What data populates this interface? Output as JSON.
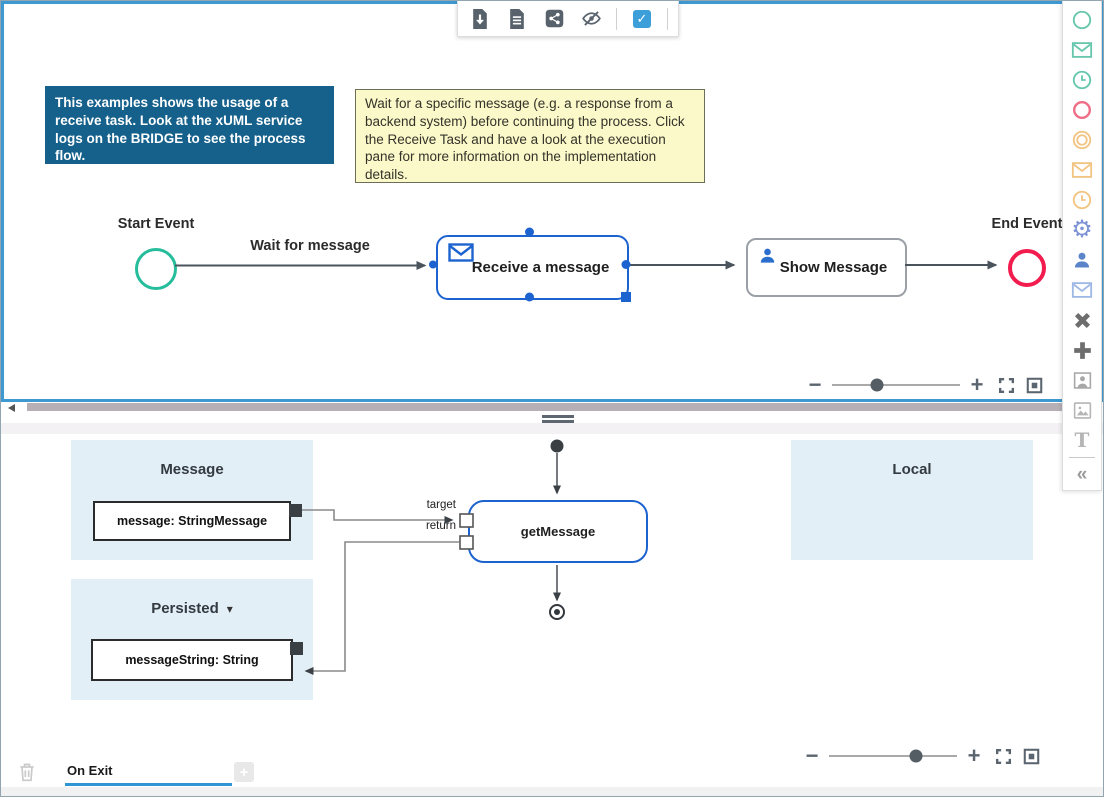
{
  "toolbar": {
    "icons": [
      "export-model-icon",
      "report-document-icon",
      "share-icon",
      "hide-annotations-icon",
      "annotations-visible-checkbox"
    ],
    "checkbox_glyph": "✓"
  },
  "top_canvas": {
    "info_box": "This examples shows the usage of a receive task. Look at the xUML service logs on the BRIDGE to see the process flow.",
    "note_box": "Wait for a specific message (e.g. a response from a backend system) before continuing the process. Click the Receive Task and have a look at the execution pane for more information on the implementation details.",
    "start_event_label": "Start Event",
    "sequence_flow_label": "Wait for message",
    "receive_task_label": "Receive a message",
    "user_task_label": "Show Message",
    "end_event_label": "End Event"
  },
  "bottom_canvas": {
    "message_title": "Message",
    "persisted_title": "Persisted",
    "persisted_caret": "▾",
    "local_title": "Local",
    "message_object": "message: StringMessage",
    "persisted_object": "messageString: String",
    "action_node": "getMessage",
    "target_port_label": "target",
    "return_port_label": "return"
  },
  "zoom_top": {
    "minus_glyph": "−",
    "plus_glyph": "+",
    "slider_style": "--pos:35%"
  },
  "zoom_bottom": {
    "minus_glyph": "−",
    "plus_glyph": "+",
    "slider_style": "--pos:68%"
  },
  "footer": {
    "tab_label": "On Exit",
    "add_tab_glyph": "+"
  },
  "palette": {
    "icons": [
      "start-event-icon",
      "message-start-event-icon",
      "timer-start-event-icon",
      "end-event-icon",
      "intermediate-event-icon",
      "message-intermediate-event-icon",
      "timer-intermediate-event-icon",
      "service-task-icon",
      "user-task-icon",
      "receive-task-icon",
      "exclusive-gateway-icon",
      "parallel-gateway-icon",
      "participant-icon",
      "image-annotation-icon",
      "text-annotation-icon",
      "collapse-palette-icon"
    ],
    "service_task_glyph": "⚙",
    "text_tool_glyph": "T",
    "collapse_glyph": "«"
  },
  "colors": {
    "pane_border": "#3d99d0",
    "selection_blue": "#1d63cf",
    "start_teal": "#25bd9b",
    "end_red": "#f21c4f",
    "info_box_bg": "#16618c",
    "note_bg": "#fbf8c9",
    "panel_bg": "#e3eff7",
    "checkbox_blue": "#3d9fd9",
    "tab_underline": "#2e96d4"
  }
}
